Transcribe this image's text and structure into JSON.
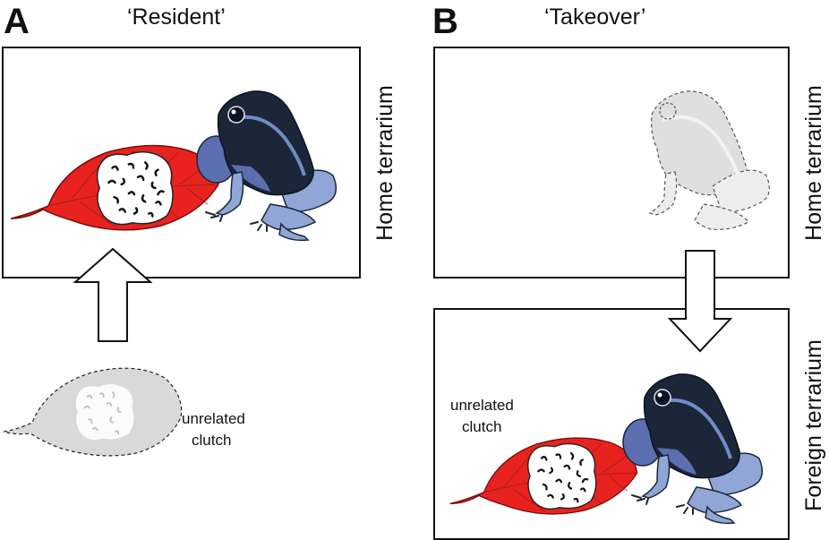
{
  "panel_a": {
    "letter": "A",
    "title": "‘Resident’",
    "box_label": "Home terrarium",
    "clutch_label_line1": "unrelated",
    "clutch_label_line2": "clutch"
  },
  "panel_b": {
    "letter": "B",
    "title": "‘Takeover’",
    "top_box_label": "Home terrarium",
    "bottom_box_label": "Foreign terrarium",
    "clutch_label_line1": "unrelated",
    "clutch_label_line2": "clutch"
  },
  "colors": {
    "leaf_red": "#e8231f",
    "frog_dark": "#1b2638",
    "frog_blue": "#8fa6d6",
    "frog_throat": "#5b6fb0",
    "ghost_grey": "#d9d9d9"
  }
}
